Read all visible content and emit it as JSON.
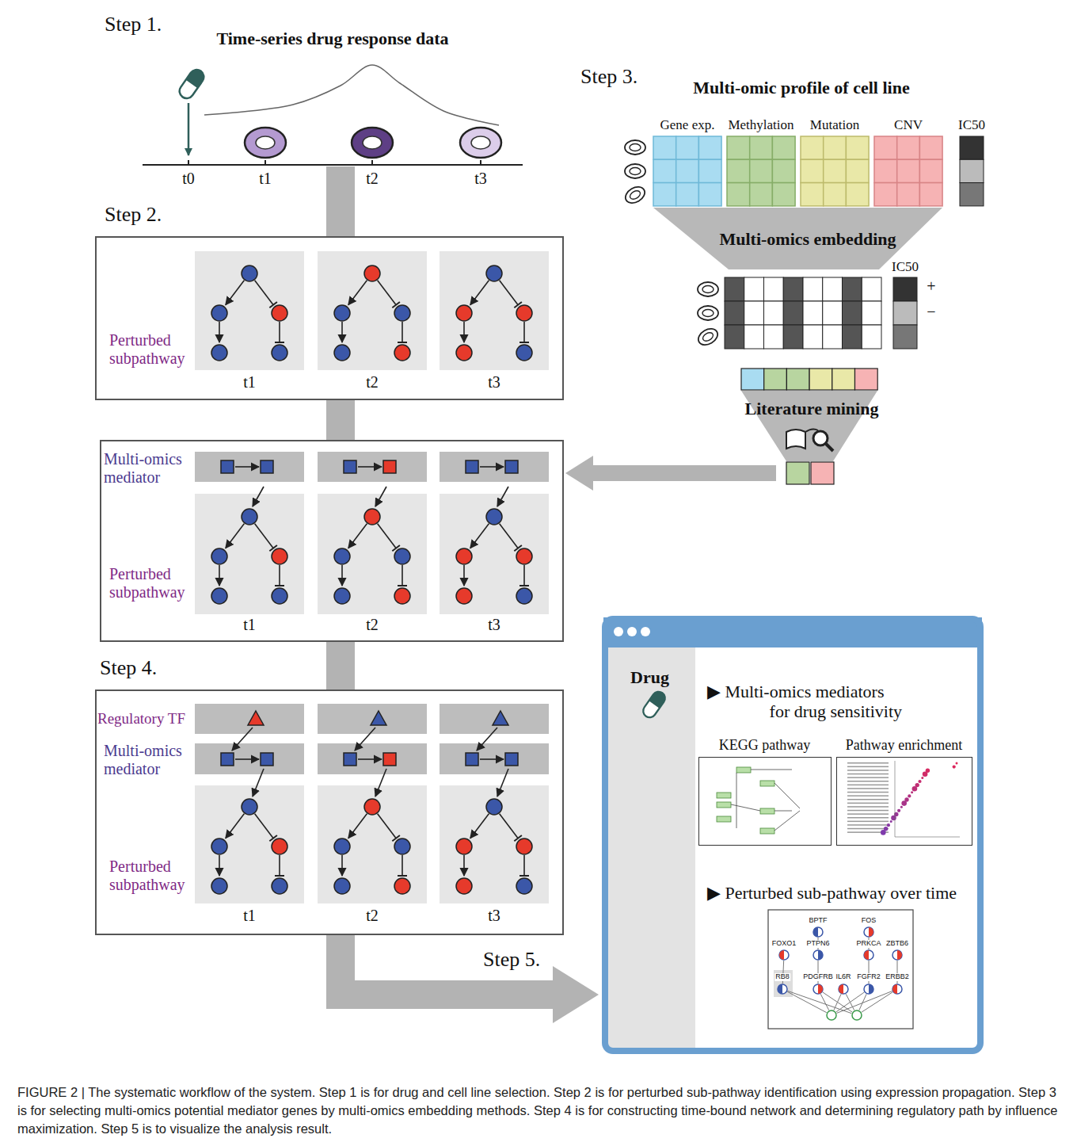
{
  "diagram": {
    "caption": "FIGURE 2 | The systematic workflow of the system. Step 1 is for drug and cell line selection. Step 2 is for perturbed sub-pathway identification using expression propagation. Step 3 is for selecting multi-omics potential mediator genes by multi-omics embedding methods. Step 4 is for constructing time-bound network and determining regulatory path by influence maximization. Step 5 is to visualize the analysis result.",
    "nodes": [
      {
        "text": [
          "Step 2.",
          "Perturbed subpathway"
        ]
      },
      {
        "text": [
          "Multi-omics mediator",
          "Perturbed subpathway"
        ]
      },
      {
        "text": [
          "Step 4.",
          "Regulatory TF",
          "Multi-omics mediator",
          "Perturbed subpathway"
        ]
      },
      {
        "text": [
          "Drug",
          "▶ Multi-omics mediators for drug sensitivity",
          "▶ Perturbed sub-pathway over time"
        ]
      },
      {
        "text": [
          "KEGG pathway"
        ],
        "in": 3
      },
      {
        "text": [
          "Pathway enrichment"
        ],
        "in": 3
      }
    ],
    "edges": [
      {
        "from": 0,
        "to": 1,
        "arrow": "none"
      },
      {
        "from": 1,
        "to": 2,
        "arrow": "none"
      },
      {
        "from": 2,
        "to": 3,
        "label": "Step 5.",
        "arrow": "to"
      }
    ],
    "labels": [
      "Step 1.",
      "Time-series drug response data",
      "t0",
      "t1",
      "t2",
      "t3",
      "t1",
      "t2",
      "t3",
      "t1",
      "t2",
      "t3",
      "Step 3.",
      "Multi-omic profile of cell line",
      "Gene exp.",
      "Methylation",
      "Mutation",
      "CNV",
      "IC50",
      "Multi-omics embedding",
      "IC50",
      "+",
      "−",
      "Literature mining",
      "t1",
      "t2",
      "t3",
      "BPTF",
      "FOS",
      "FOXO1",
      "PTPN6",
      "PRKCA",
      "ZBTB6",
      "RB8",
      "PDGFRB",
      "IL6R",
      "FGFR2",
      "ERBB2"
    ]
  }
}
